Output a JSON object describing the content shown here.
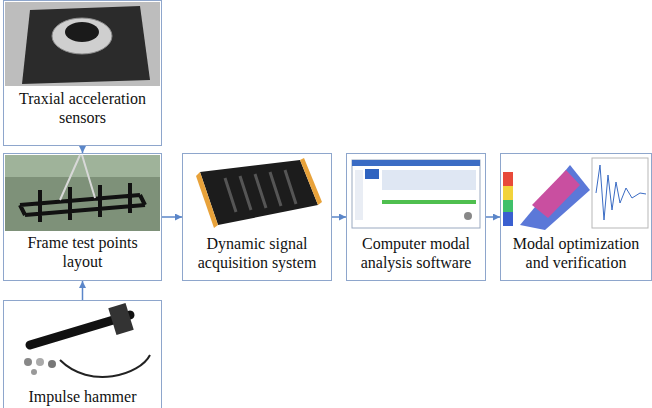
{
  "diagram": {
    "nodes": [
      {
        "text": [
          "Traxial acceleration sensors"
        ]
      },
      {
        "text": [
          "Frame test points layout"
        ]
      },
      {
        "text": [
          "Dynamic signal acquisition system"
        ]
      },
      {
        "text": [
          "Computer modal analysis software"
        ]
      },
      {
        "text": [
          "Modal optimization and verification"
        ]
      },
      {
        "text": [
          "Impulse hammer"
        ]
      }
    ],
    "edges": [
      {
        "from": 0,
        "to": 1,
        "arrow": "to"
      },
      {
        "from": 5,
        "to": 1,
        "arrow": "to"
      },
      {
        "from": 1,
        "to": 2,
        "arrow": "to"
      },
      {
        "from": 2,
        "to": 3,
        "arrow": "to"
      },
      {
        "from": 3,
        "to": 4,
        "arrow": "to"
      }
    ]
  }
}
